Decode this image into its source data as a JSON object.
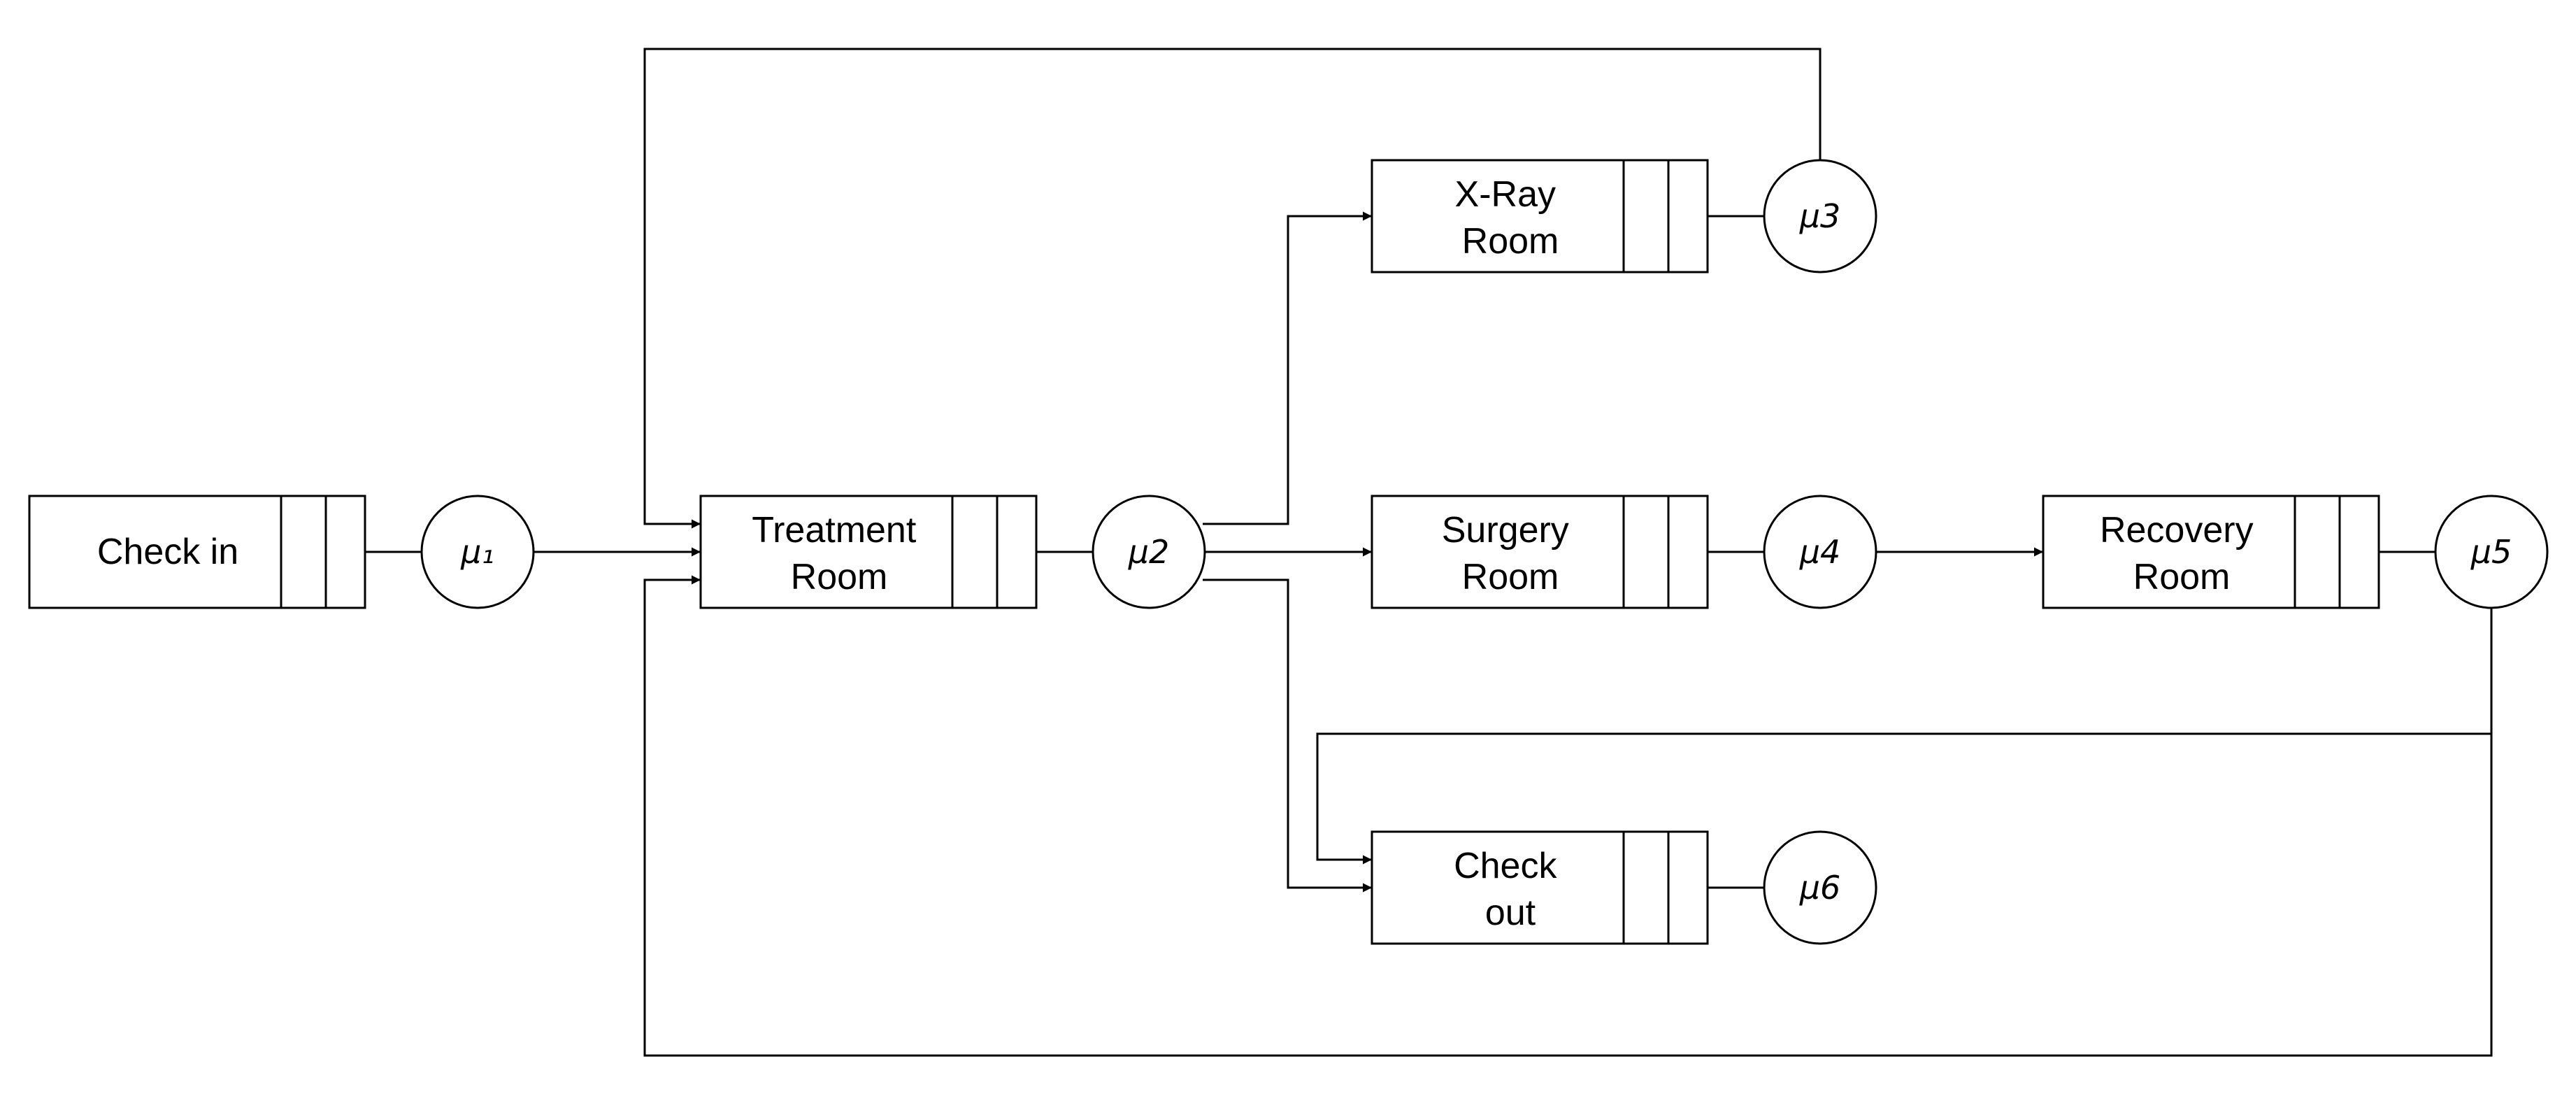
{
  "diagram": {
    "queues": {
      "checkin": {
        "lines": [
          "Check in"
        ]
      },
      "treatment": {
        "lines": [
          "Treatment",
          "Room"
        ]
      },
      "xray": {
        "lines": [
          "X-Ray",
          "Room"
        ]
      },
      "surgery": {
        "lines": [
          "Surgery",
          "Room"
        ]
      },
      "recovery": {
        "lines": [
          "Recovery",
          "Room"
        ]
      },
      "checkout": {
        "lines": [
          "Check",
          "out"
        ]
      }
    },
    "servers": {
      "s1": "μ₁",
      "s2": "μ2",
      "s3": "μ3",
      "s4": "μ4",
      "s5": "μ5",
      "s6": "μ6"
    },
    "colors": {
      "stroke": "#000000",
      "fill": "#ffffff"
    }
  }
}
